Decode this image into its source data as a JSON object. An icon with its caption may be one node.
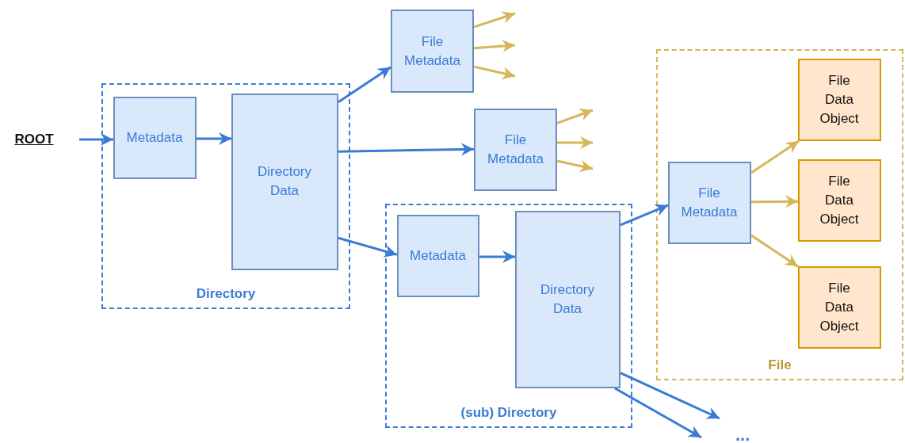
{
  "diagram": {
    "nodes": [
      {
        "text": [
          "ROOT"
        ]
      },
      {
        "text": [
          "Directory"
        ]
      },
      {
        "text": [
          "Metadata"
        ],
        "in": 1
      },
      {
        "text": [
          "Directory Data"
        ],
        "in": 1
      },
      {
        "text": [
          "File Metadata"
        ]
      },
      {
        "text": [
          "File Metadata"
        ]
      },
      {
        "text": [
          "(sub) Directory"
        ]
      },
      {
        "text": [
          "Metadata"
        ],
        "in": 6
      },
      {
        "text": [
          "Directory Data"
        ],
        "in": 6
      },
      {
        "text": [
          "File"
        ]
      },
      {
        "text": [
          "File Metadata"
        ],
        "in": 9
      },
      {
        "text": [
          "File Data Object"
        ],
        "in": 9
      },
      {
        "text": [
          "File Data Object"
        ],
        "in": 9
      },
      {
        "text": [
          "File Data Object"
        ],
        "in": 9
      }
    ],
    "edges": [
      {
        "from": 0,
        "to": 2,
        "arrow": "to"
      },
      {
        "from": 2,
        "to": 3,
        "arrow": "to"
      },
      {
        "from": 3,
        "to": 4,
        "arrow": "to"
      },
      {
        "from": 3,
        "to": 5,
        "arrow": "to"
      },
      {
        "from": 3,
        "to": 7,
        "arrow": "to"
      },
      {
        "from": 7,
        "to": 8,
        "arrow": "to"
      },
      {
        "from": 8,
        "to": 10,
        "arrow": "to"
      },
      {
        "from": 8,
        "to": null,
        "arrow": "to"
      },
      {
        "from": 8,
        "to": null,
        "arrow": "to"
      },
      {
        "from": 4,
        "to": null,
        "arrow": "to",
        "color": "#d6b656"
      },
      {
        "from": 4,
        "to": null,
        "arrow": "to",
        "color": "#d6b656"
      },
      {
        "from": 4,
        "to": null,
        "arrow": "to",
        "color": "#d6b656"
      },
      {
        "from": 5,
        "to": null,
        "arrow": "to",
        "color": "#d6b656"
      },
      {
        "from": 5,
        "to": null,
        "arrow": "to",
        "color": "#d6b656"
      },
      {
        "from": 5,
        "to": null,
        "arrow": "to",
        "color": "#d6b656"
      },
      {
        "from": 10,
        "to": 11,
        "arrow": "to",
        "color": "#d6b656"
      },
      {
        "from": 10,
        "to": 12,
        "arrow": "to",
        "color": "#d6b656"
      },
      {
        "from": 10,
        "to": 13,
        "arrow": "to",
        "color": "#d6b656"
      }
    ],
    "labels": [
      "..."
    ]
  }
}
